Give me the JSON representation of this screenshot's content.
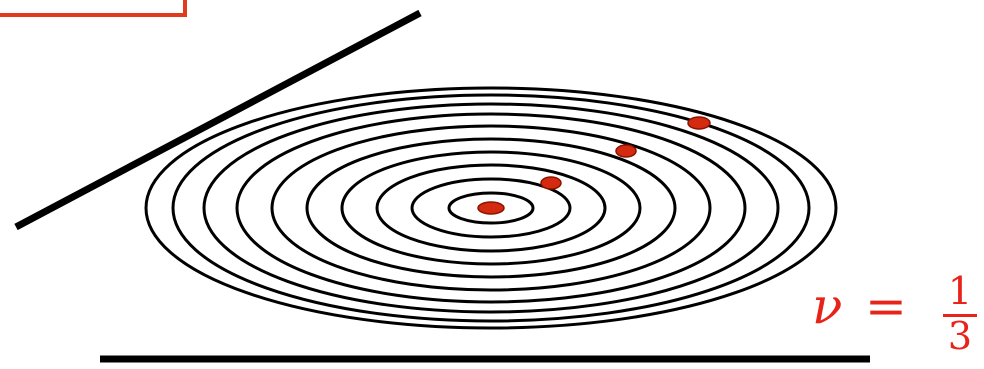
{
  "colors": {
    "ink": "#000000",
    "accent": "#e8231a",
    "dot_fill": "#d32a10",
    "dot_stroke": "#8b1300",
    "frame_border": "#e03b1a"
  },
  "equation": {
    "variable": "ν",
    "equals": "=",
    "numerator": "1",
    "denominator": "3"
  },
  "diagram": {
    "ring_count": 10,
    "marker_count": 4
  }
}
